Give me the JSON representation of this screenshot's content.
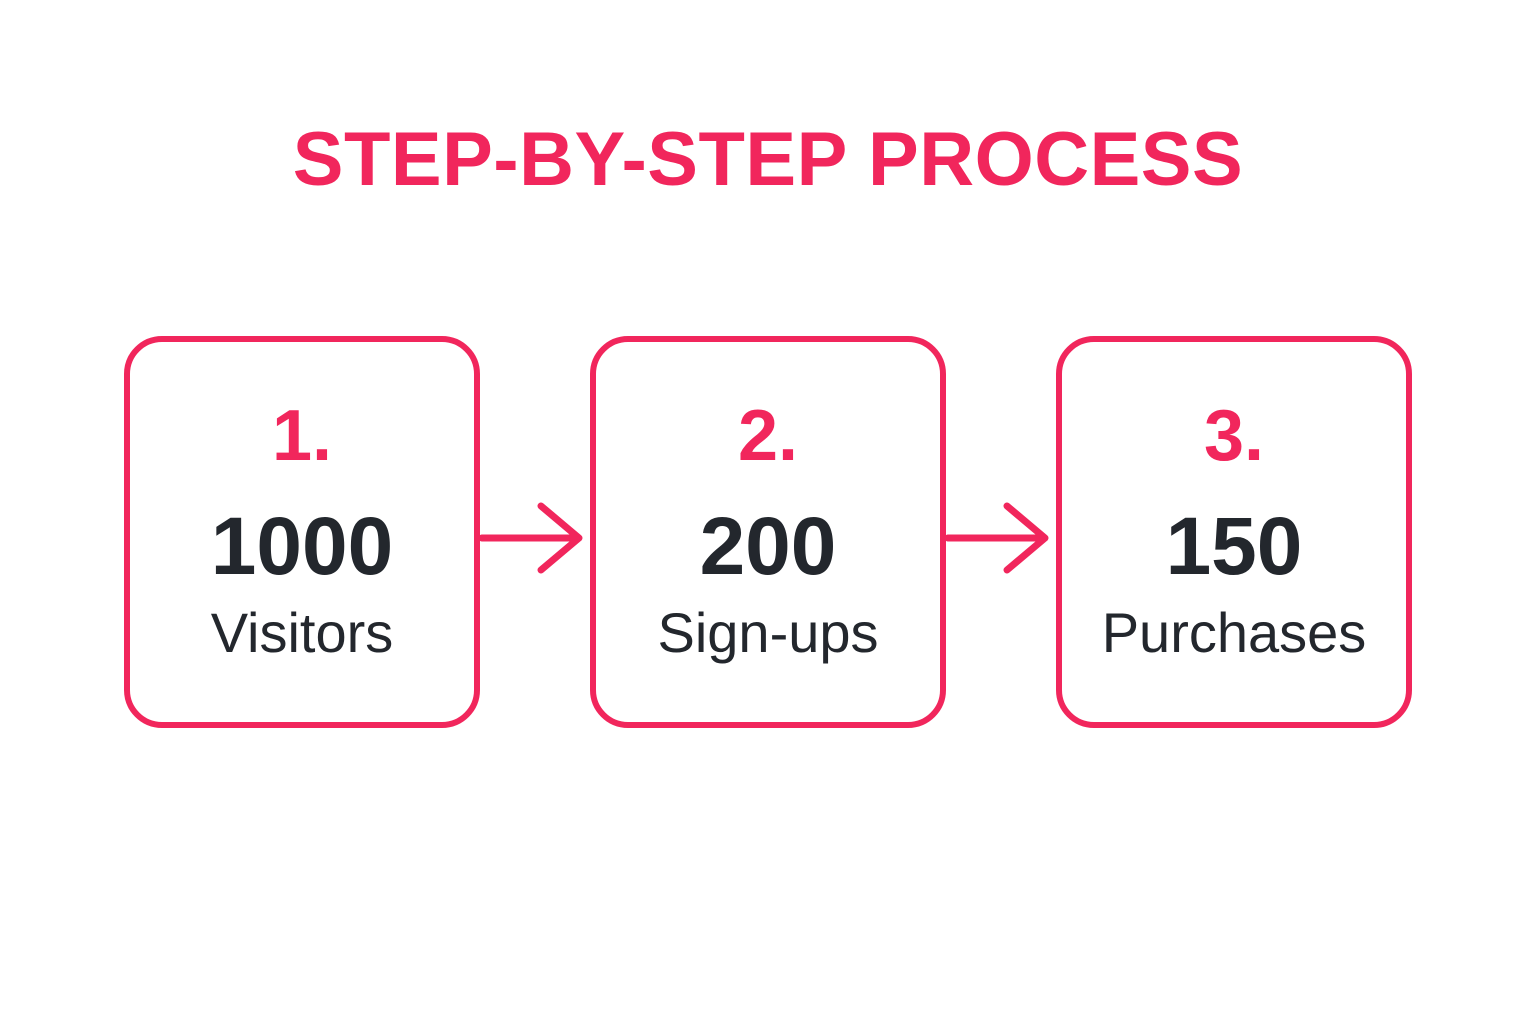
{
  "title": {
    "text": "STEP-BY-STEP PROCESS"
  },
  "colors": {
    "accent_pink": "#F1265C",
    "text_dark": "#23272D",
    "background": "#ffffff"
  },
  "icons": {
    "arrow": "arrow-right-icon"
  },
  "steps": [
    {
      "number": "1.",
      "value": "1000",
      "label": "Visitors"
    },
    {
      "number": "2.",
      "value": "200",
      "label": "Sign-ups"
    },
    {
      "number": "3.",
      "value": "150",
      "label": "Purchases"
    }
  ]
}
